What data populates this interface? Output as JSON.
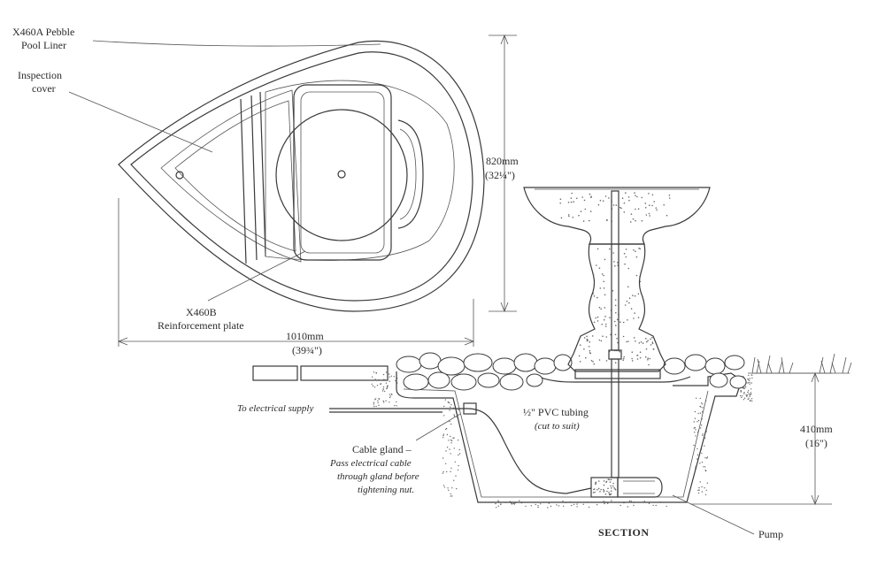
{
  "labels": {
    "pool_liner_line1": "X460A Pebble",
    "pool_liner_line2": "Pool Liner",
    "inspection_line1": "Inspection",
    "inspection_line2": "cover",
    "plate_line1": "X460B",
    "plate_line2": "Reinforcement plate",
    "height_mm": "820mm",
    "height_in": "(32¼\")",
    "width_mm": "1010mm",
    "width_in": "(39¾\")",
    "depth_mm": "410mm",
    "depth_in": "(16\")",
    "electrical": "To electrical supply",
    "tubing_line1": "½\" PVC tubing",
    "tubing_line2": "(cut to suit)",
    "gland_line1": "Cable gland –",
    "gland_line2": "Pass electrical cable",
    "gland_line3": "through gland before",
    "gland_line4": "tightening nut.",
    "section": "SECTION",
    "pump": "Pump"
  },
  "colors": {
    "ink": "#3a3a3a",
    "text": "#2b2b2b",
    "gravel": "#6a6a6a"
  }
}
